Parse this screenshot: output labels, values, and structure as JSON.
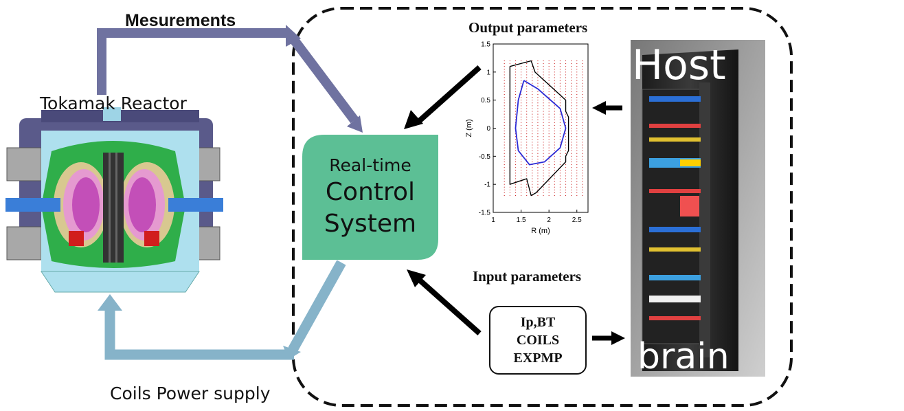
{
  "labels": {
    "measurements": "Mesurements",
    "tokamak": "Tokamak Reactor",
    "coils_power": "Coils Power supply",
    "output_params": "Output parameters",
    "input_params": "Input parameters"
  },
  "control_system": {
    "line1": "Real-time",
    "line2": "Control",
    "line3": "System"
  },
  "input_box": {
    "line1": "Ip,BT",
    "line2": "COILS",
    "line3": "EXPMP"
  },
  "host": {
    "top": "Host",
    "bottom": "brain"
  },
  "colors": {
    "measure_arrow": "#6f72a0",
    "coil_arrow": "#86b3c9",
    "control_box": "#5cbf95",
    "plasma_boundary": "#2b2bd6",
    "wall": "#000000",
    "grid_points": "#cc2222"
  },
  "chart_data": {
    "type": "scatter",
    "xlabel": "R (m)",
    "ylabel": "Z (m)",
    "xlim": [
      1,
      2.7
    ],
    "ylim": [
      -1.5,
      1.5
    ],
    "xticks": [
      "1",
      "1.5",
      "2",
      "2.5"
    ],
    "yticks": [
      "1.5",
      "1",
      "0.5",
      "0",
      "-0.5",
      "-1",
      "-1.5"
    ],
    "grid_points": {
      "r_range": [
        1.2,
        2.6
      ],
      "z_range": [
        -1.2,
        1.2
      ]
    },
    "series": [
      {
        "kind": "wall",
        "r": [
          1.3,
          1.68,
          1.75,
          2.3,
          2.3,
          2.35,
          2.35,
          2.3,
          2.3,
          1.77,
          1.68,
          1.6,
          1.3,
          1.3
        ],
        "z": [
          1.1,
          1.2,
          1.0,
          0.5,
          0.3,
          0.2,
          -0.4,
          -0.5,
          -0.6,
          -1.15,
          -1.2,
          -0.9,
          -1.0,
          1.1
        ]
      },
      {
        "kind": "plasma-boundary",
        "r": [
          1.55,
          1.8,
          2.2,
          2.3,
          2.2,
          1.92,
          1.65,
          1.45,
          1.4,
          1.45,
          1.55
        ],
        "z": [
          0.85,
          0.7,
          0.35,
          0.0,
          -0.35,
          -0.6,
          -0.65,
          -0.4,
          0.0,
          0.5,
          0.85
        ]
      }
    ]
  }
}
